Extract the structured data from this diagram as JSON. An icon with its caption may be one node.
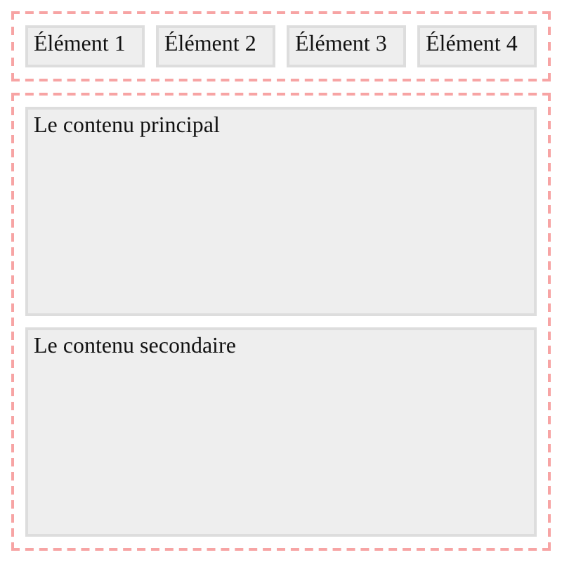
{
  "diagram": {
    "nodes": [
      {
        "text": [],
        "shape": "box"
      },
      {
        "text": [
          "Élément 1"
        ],
        "in": 0
      },
      {
        "text": [
          "Élément 2"
        ],
        "in": 0
      },
      {
        "text": [
          "Élément 3"
        ],
        "in": 0
      },
      {
        "text": [
          "Élément 4"
        ],
        "in": 0
      },
      {
        "text": [],
        "shape": "box"
      },
      {
        "text": [
          "Le contenu principal"
        ],
        "in": 5
      },
      {
        "text": [
          "Le contenu secondaire"
        ],
        "in": 5
      }
    ]
  }
}
